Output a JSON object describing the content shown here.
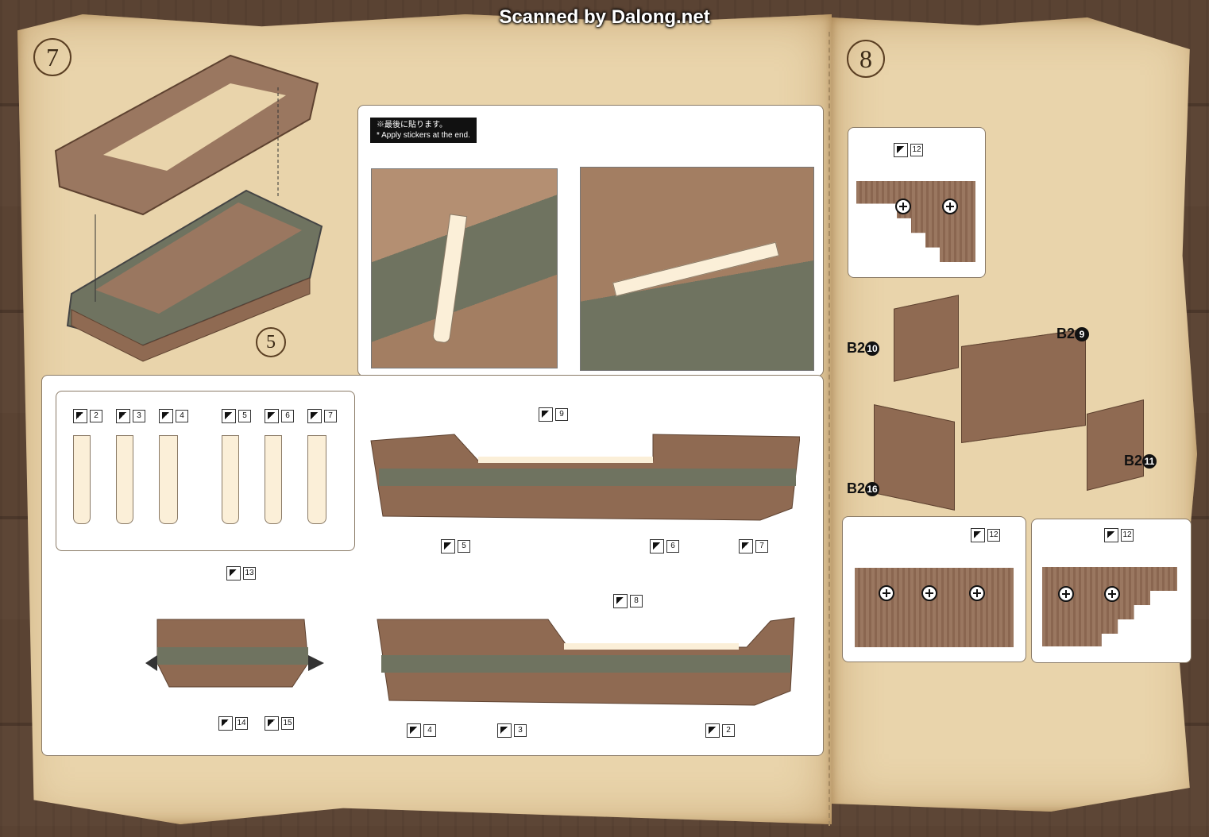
{
  "watermark": "Scanned by Dalong.net",
  "steps": {
    "left": "7",
    "right": "8"
  },
  "step7": {
    "part_ref": "5",
    "note_jp": "※最後に貼ります。",
    "note_en": "* Apply stickers at the end.",
    "strip_numbers": [
      "2",
      "3",
      "4",
      "5",
      "6",
      "7"
    ],
    "side_top": {
      "top_tag": "9",
      "bottom_tags": [
        "5",
        "6",
        "7"
      ]
    },
    "stern": {
      "top_tag": "13",
      "bottom_tags": [
        "14",
        "15"
      ]
    },
    "side_bottom": {
      "top_tag": "8",
      "bottom_tags": [
        "4",
        "3",
        "2"
      ]
    }
  },
  "step8": {
    "sticker_tag": "12",
    "parts": {
      "p9": {
        "prefix": "B2",
        "num": "9"
      },
      "p10": {
        "prefix": "B2",
        "num": "10"
      },
      "p11": {
        "prefix": "B2",
        "num": "11"
      },
      "p16": {
        "prefix": "B2",
        "num": "16"
      }
    }
  },
  "colors": {
    "hull": "#8f6a52",
    "stripe": "#6f7360",
    "parchment": "#e9d4ab",
    "wood": "#57412f"
  }
}
